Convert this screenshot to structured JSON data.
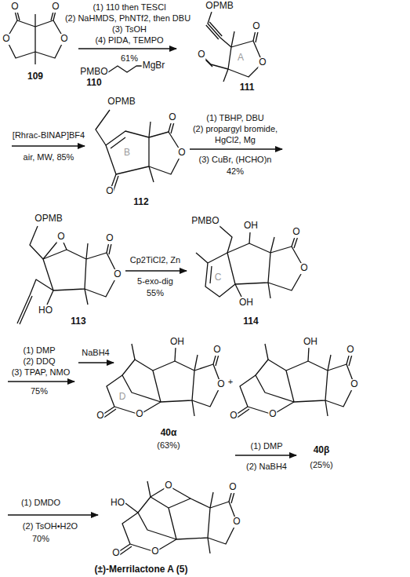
{
  "diagram": {
    "labels": [
      "O",
      "O",
      "O",
      "O",
      "109",
      "(1) 110 then TESCl",
      "(2) NaHMDS, PhNTf2, then DBU",
      "(3) TsOH",
      "(4) PIDA, TEMPO",
      "61%",
      "PMBO",
      "MgBr",
      "110",
      "OPMB",
      "O",
      "A",
      "O",
      "O",
      "111",
      "[Rhrac-BINAP]BF4",
      "air, MW, 85%",
      "OPMB",
      "O",
      "B",
      "O",
      "O",
      "112",
      "(1) TBHP, DBU",
      "(2) propargyl bromide,",
      "HgCl2, Mg",
      "(3) CuBr, (HCHO)n",
      "42%",
      "OPMB",
      "O",
      "O",
      "O",
      "HO",
      "113",
      "Cp2TiCl2, Zn",
      "5-exo-dig",
      "55%",
      "PMBO",
      "OH",
      "O",
      "C",
      "O",
      "OH",
      "114",
      "(1) DMP",
      "(2) DDQ",
      "(3) TPAP, NMO",
      "75%",
      "NaBH4",
      "OH",
      "O",
      "D",
      "O",
      "O",
      "O",
      "40α",
      "(63%)",
      "+",
      "OH",
      "O",
      "O",
      "O",
      "O",
      "(1) DMP",
      "(2) NaBH4",
      "40β",
      "(25%)",
      "(1) DMDO",
      "(2) TsOH•H2O",
      "70%",
      "HO",
      "O",
      "O",
      "O",
      "O",
      "O",
      "(±)-Merrilactone A (5)"
    ]
  }
}
